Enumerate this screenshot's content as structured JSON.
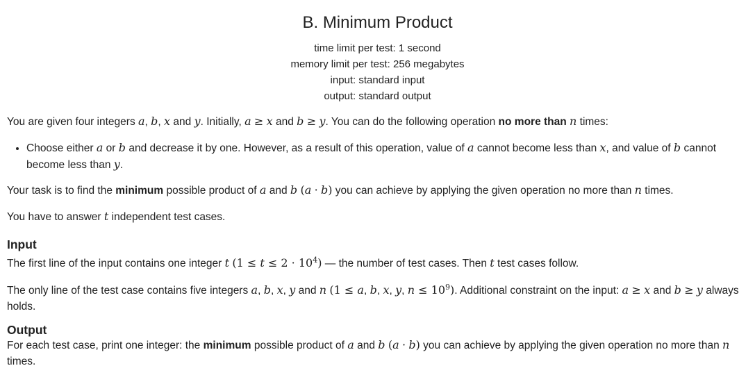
{
  "problem": {
    "title": "B. Minimum Product",
    "time_limit": "time limit per test: 1 second",
    "memory_limit": "memory limit per test: 256 megabytes",
    "input_file": "input: standard input",
    "output_file": "output: standard output"
  },
  "statement": {
    "p1_a": "You are given four integers ",
    "p1_b": ". Initially, ",
    "p1_c": ". You can do the following operation ",
    "p1_bold": "no more than",
    "p1_d": " times:",
    "li_a": "Choose either ",
    "li_b": " or ",
    "li_c": " and decrease it by one. However, as a result of this operation, value of ",
    "li_d": " cannot become less than ",
    "li_e": ", and value of ",
    "li_f": " cannot become less than ",
    "p2_a": "Your task is to find the ",
    "p2_bold": "minimum",
    "p2_b": " possible product of ",
    "p2_c": " and ",
    "p2_d": " you can achieve by applying the given operation no more than ",
    "p2_e": " times.",
    "p3_a": "You have to answer ",
    "p3_b": " independent test cases."
  },
  "input_section": {
    "heading": "Input",
    "p1_a": "The first line of the input contains one integer ",
    "p1_b": " — the number of test cases. Then ",
    "p1_c": " test cases follow.",
    "p2_a": "The only line of the test case contains five integers ",
    "p2_b": " and ",
    "p2_c": ". Additional constraint on the input: ",
    "p2_d": " and ",
    "p2_e": " always holds."
  },
  "output_section": {
    "heading": "Output",
    "p1_a": "For each test case, print one integer: the ",
    "p1_bold": "minimum",
    "p1_b": " possible product of ",
    "p1_c": " and ",
    "p1_d": " you can achieve by applying the given operation no more than ",
    "p1_e": " times."
  }
}
